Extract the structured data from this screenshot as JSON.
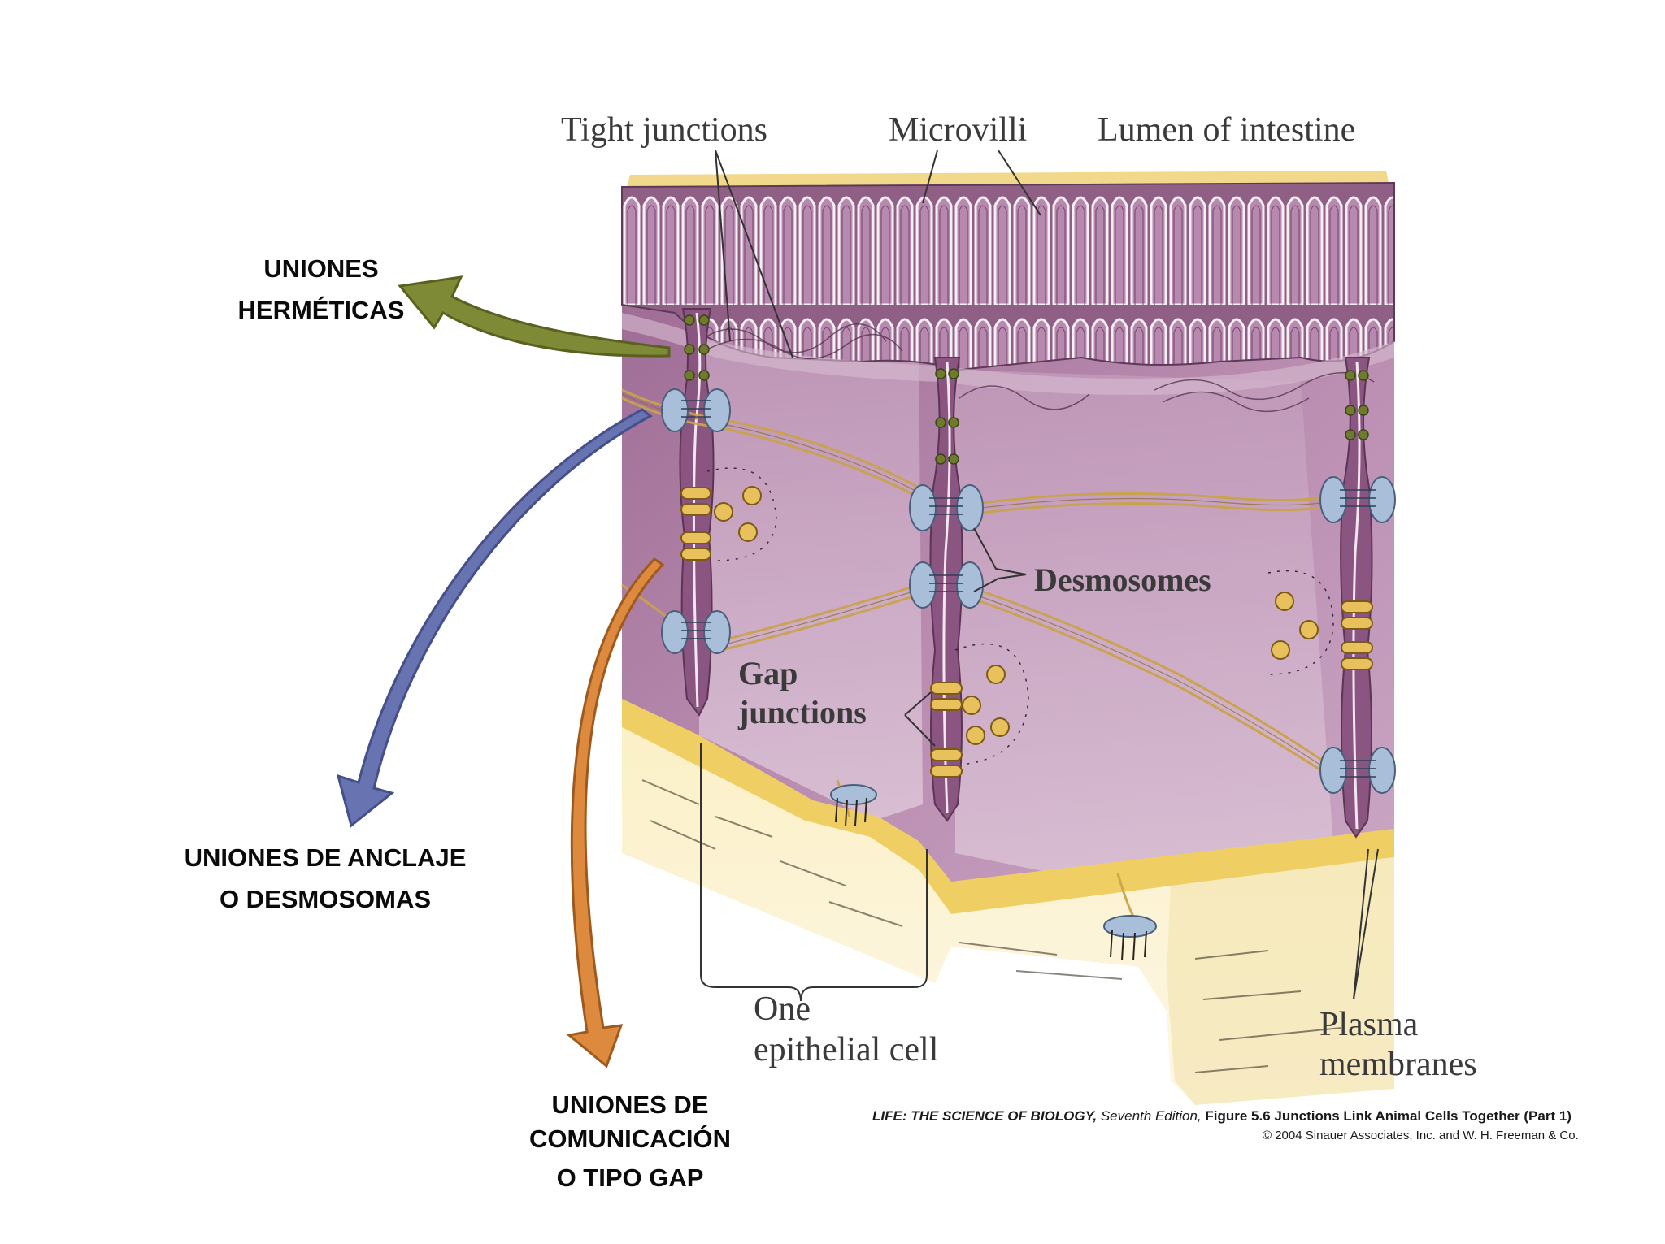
{
  "diagram": {
    "labels": {
      "tight_junctions": "Tight junctions",
      "microvilli": "Microvilli",
      "lumen": "Lumen of intestine",
      "desmosomes": "Desmosomes",
      "gap_line1": "Gap",
      "gap_line2": "junctions",
      "one_cell_line1": "One",
      "one_cell_line2": "epithelial cell",
      "plasma_line1": "Plasma",
      "plasma_line2": "membranes"
    },
    "callouts": {
      "hermeticas_line1": "UNIONES",
      "hermeticas_line2": "HERMÉTICAS",
      "anclaje_line1": "UNIONES DE ANCLAJE",
      "anclaje_line2": "O DESMOSOMAS",
      "gap_line1": "UNIONES DE",
      "gap_line2": "COMUNICACIÓN",
      "gap_line3": "O TIPO GAP"
    },
    "credit": {
      "book": "LIFE: THE SCIENCE OF BIOLOGY,",
      "edition": " Seventh Edition,",
      "figure": " Figure 5.6 Junctions Link Animal Cells Together (Part 1)",
      "copyright": "© 2004 Sinauer Associates, Inc. and W. H. Freeman & Co."
    },
    "colors": {
      "cell_purple": "#a9789f",
      "cell_light": "#d8bdd3",
      "basement_yellow": "#f1d77c",
      "connective_cream": "#fbf0c9",
      "fiber_tan": "#c9a34b",
      "arrow_green": "#7f8a36",
      "arrow_blue": "#6873b2",
      "arrow_orange": "#dd8a3e",
      "desmosome_blue": "#a9bfd9"
    }
  }
}
